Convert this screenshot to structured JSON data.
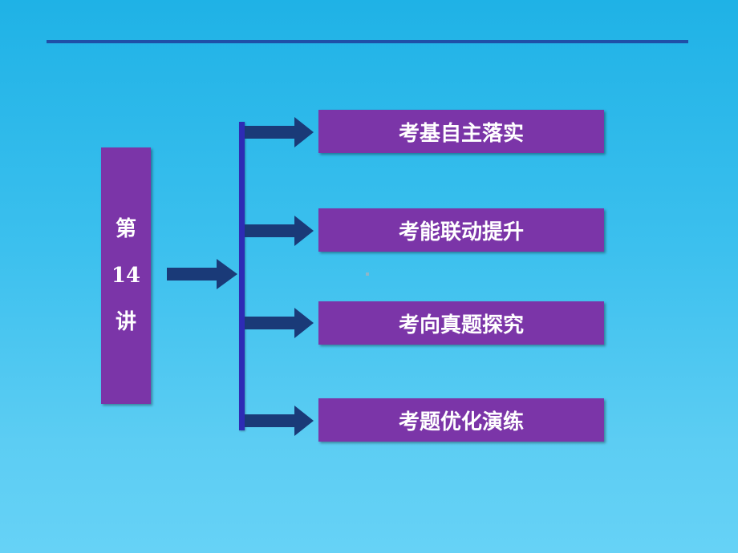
{
  "title_panel": {
    "line1": "第",
    "line2": "14",
    "line3": "讲"
  },
  "items": [
    {
      "label": "考基自主落实"
    },
    {
      "label": "考能联动提升"
    },
    {
      "label": "考向真题探究"
    },
    {
      "label": "考题优化演练"
    }
  ],
  "colors": {
    "background": "#3cc0ee",
    "box": "#7b35a8",
    "arrow": "#1a3a78",
    "bracket": "#2d2bb5",
    "rule": "#1f4fa8"
  }
}
